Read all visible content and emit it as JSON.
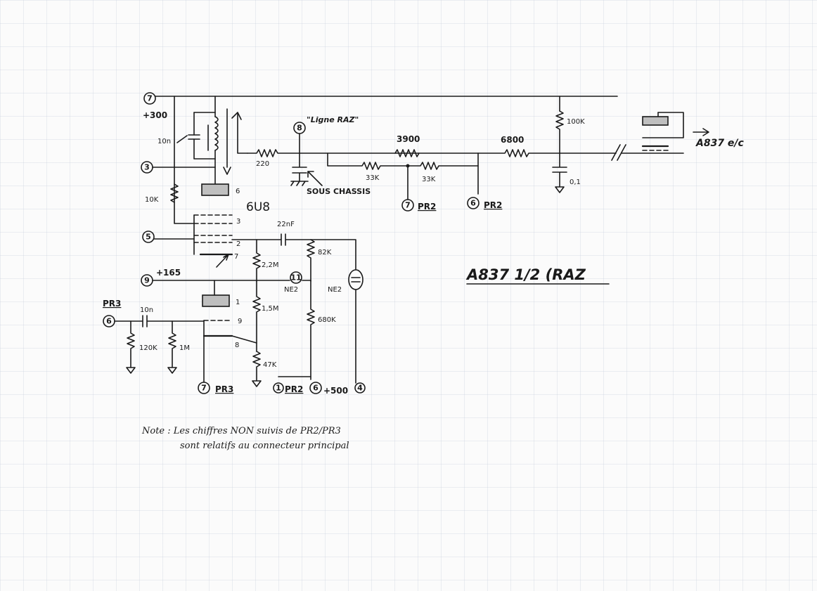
{
  "title": "A837 1/2 (RAZ",
  "tube": "6U8",
  "ligne_raz": "\"Ligne RAZ\"",
  "sous_chassis": "SOUS CHASSIS",
  "output_label": "A837 e/c",
  "supplies": {
    "plus300": "+300",
    "plus165": "+165",
    "plus500": "+500"
  },
  "terminals": {
    "t7_top": "7",
    "t8_ligne": "8",
    "t3_left": "3",
    "t5_left": "5",
    "t9_left": "9",
    "t6_pr3_in": "6",
    "t11_ne2": "11",
    "t7_pr2": "7",
    "t6_pr2": "6",
    "t7_pr3": "7",
    "t1_pr2": "1",
    "t6_500": "6",
    "t4_bottom": "4"
  },
  "connector_labels": {
    "pr2_a": "PR2",
    "pr2_b": "PR2",
    "pr2_c": "PR2",
    "pr3_in": "PR3",
    "pr3_out": "PR3",
    "ne2_a": "NE2",
    "ne2_b": "NE2"
  },
  "components": {
    "cap_10n_top": "10n",
    "r_10k": "10K",
    "r_220": "220",
    "r_3900": "3900",
    "r_6800": "6800",
    "r_33k_a": "33K",
    "r_33k_b": "33K",
    "r_100k": "100K",
    "cap_0_1": "0,1",
    "cap_22nf": "22nF",
    "r_82k": "82K",
    "r_2_2m": "2,2M",
    "r_1_5m": "1,5M",
    "r_680k": "680K",
    "r_47k": "47K",
    "r_120k": "120K",
    "r_1m": "1M",
    "cap_10n_in": "10n"
  },
  "pins": {
    "p6": "6",
    "p3": "3",
    "p2": "2",
    "p7": "7",
    "p1": "1",
    "p9": "9",
    "p8": "8"
  },
  "note": {
    "line1": "Note : Les chiffres NON suivis de PR2/PR3",
    "line2": "sont relatifs au connecteur principal"
  }
}
